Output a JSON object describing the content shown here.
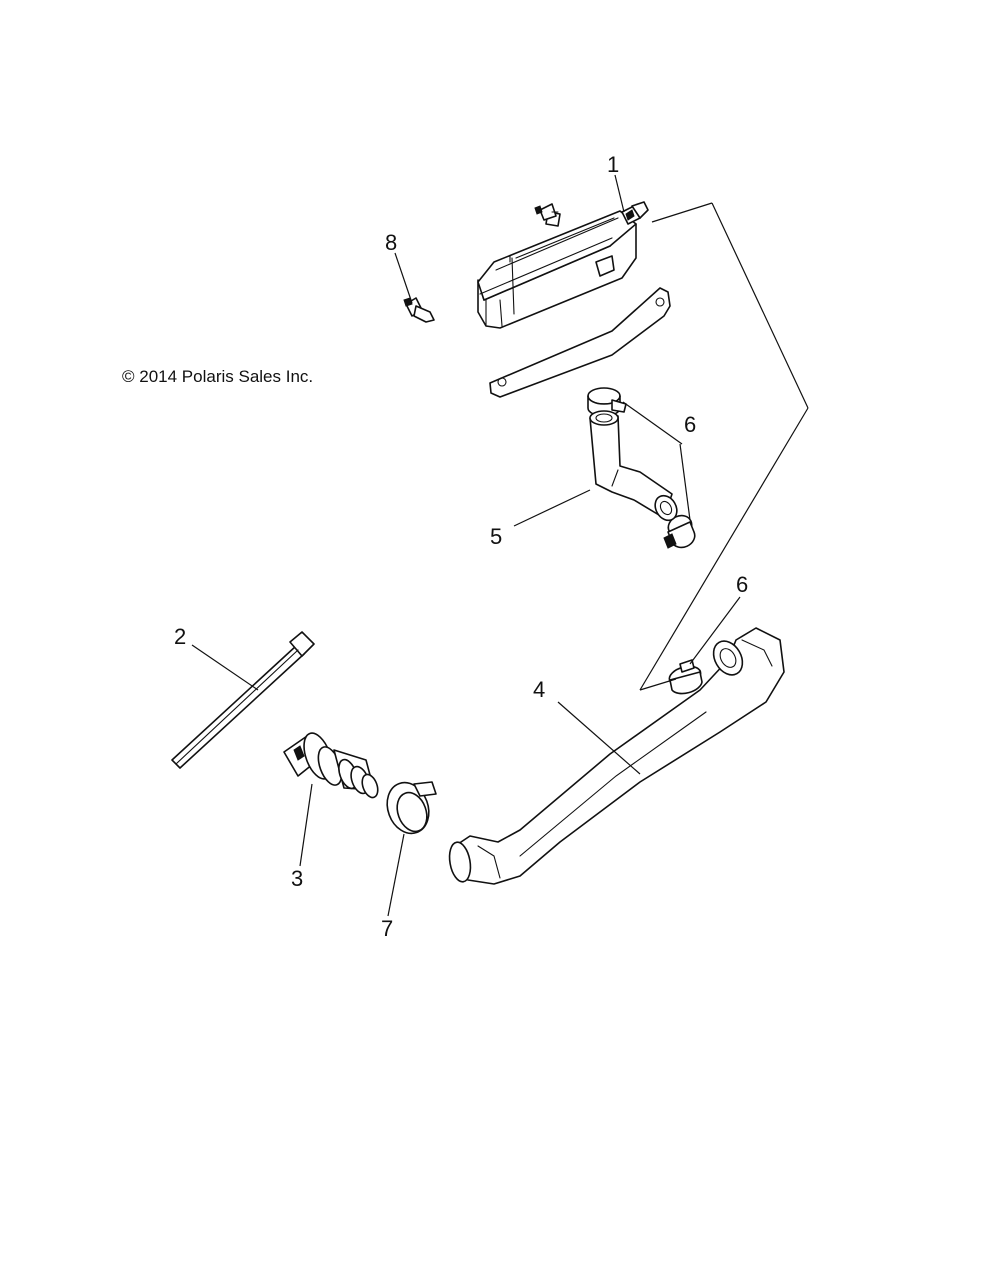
{
  "copyright": "© 2014 Polaris Sales Inc.",
  "callouts": {
    "c1": "1",
    "c2": "2",
    "c3": "3",
    "c4": "4",
    "c5": "5",
    "c6a": "6",
    "c6b": "6",
    "c7": "7",
    "c8": "8"
  }
}
